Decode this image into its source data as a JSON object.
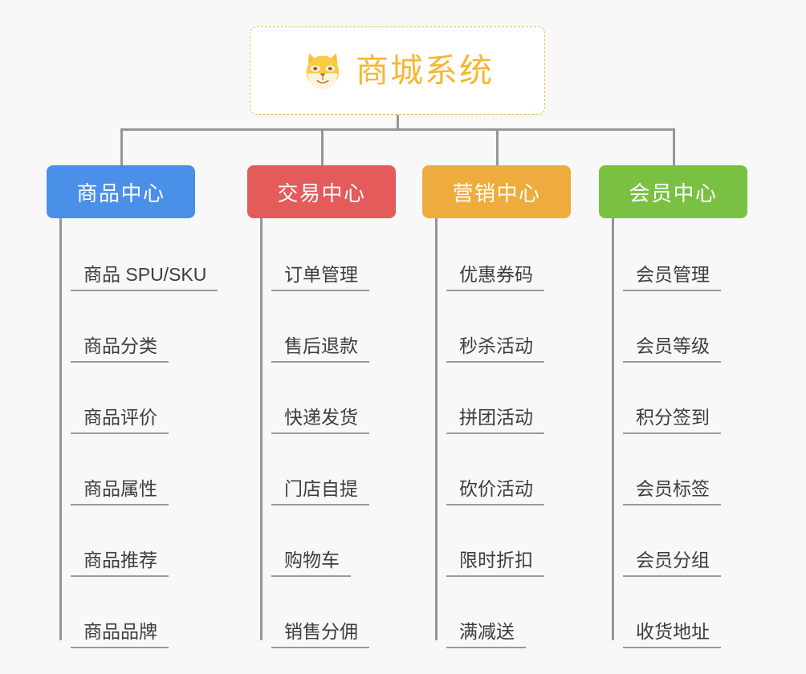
{
  "diagram": {
    "title": "商城系统",
    "root": {
      "label": "商城系统",
      "icon": "shiba-dog-emoji",
      "text_color": "#f5b731",
      "border_color": "#f0b860",
      "background": "#ffffff"
    },
    "connector_color": "#969696",
    "page_background": "#f8f8f8",
    "categories": [
      {
        "label": "商品中心",
        "color": "#4a90e8",
        "items": [
          "商品 SPU/SKU",
          "商品分类",
          "商品评价",
          "商品属性",
          "商品推荐",
          "商品品牌"
        ]
      },
      {
        "label": "交易中心",
        "color": "#e35b5b",
        "items": [
          "订单管理",
          "售后退款",
          "快递发货",
          "门店自提",
          "购物车",
          "销售分佣"
        ]
      },
      {
        "label": "营销中心",
        "color": "#eeac3e",
        "items": [
          "优惠券码",
          "秒杀活动",
          "拼团活动",
          "砍价活动",
          "限时折扣",
          "满减送"
        ]
      },
      {
        "label": "会员中心",
        "color": "#7ac143",
        "items": [
          "会员管理",
          "会员等级",
          "积分签到",
          "会员标签",
          "会员分组",
          "收货地址"
        ]
      }
    ]
  }
}
